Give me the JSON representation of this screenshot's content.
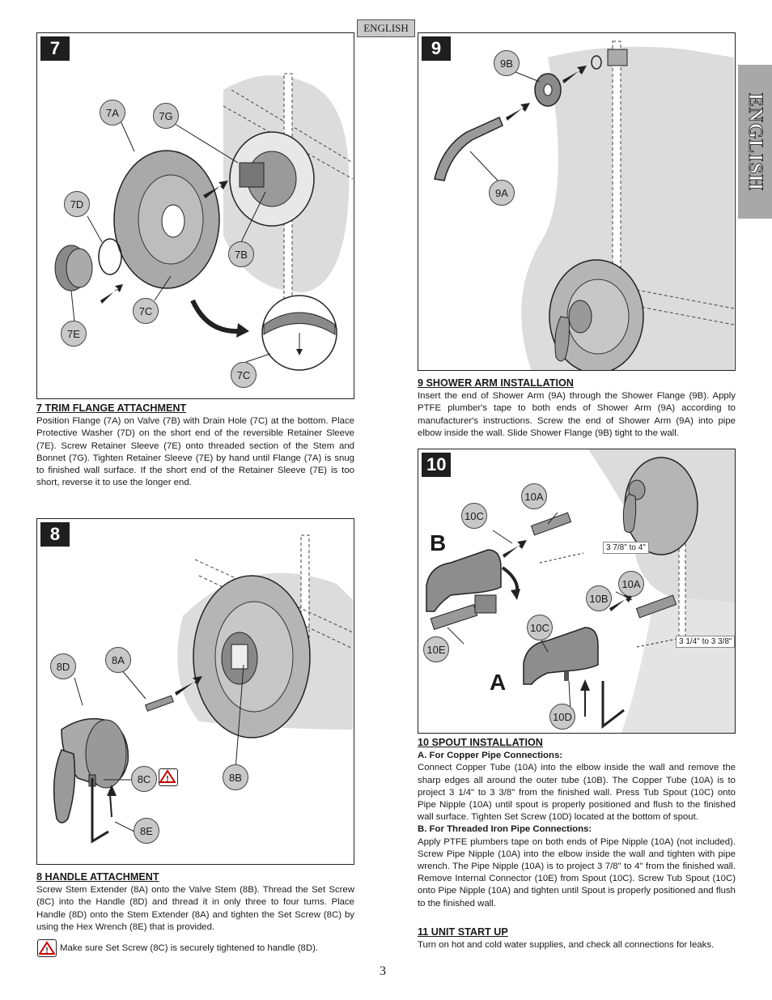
{
  "header": {
    "language_tab": "ENGLISH",
    "side_tab": "ENGLISH"
  },
  "panel7": {
    "number": "7",
    "callouts": {
      "c7a": "7A",
      "c7g": "7G",
      "c7d": "7D",
      "c7b": "7B",
      "c7e": "7E",
      "c7c1": "7C",
      "c7c2": "7C"
    }
  },
  "panel8": {
    "number": "8",
    "callouts": {
      "c8d": "8D",
      "c8a": "8A",
      "c8c": "8C",
      "c8b": "8B",
      "c8e": "8E"
    }
  },
  "panel9": {
    "number": "9",
    "callouts": {
      "c9b": "9B",
      "c9a": "9A"
    }
  },
  "panel10": {
    "number": "10",
    "label_b": "B",
    "label_a": "A",
    "callouts": {
      "c10a1": "10A",
      "c10c1": "10C",
      "c10b": "10B",
      "c10a2": "10A",
      "c10c2": "10C",
      "c10e": "10E",
      "c10d": "10D"
    },
    "dim_copper": "3 7/8\" to 4\"",
    "dim_iron": "3 1/4\" to 3 3/8\""
  },
  "section7": {
    "title": "7   TRIM FLANGE ATTACHMENT",
    "body": "Position Flange (7A) on Valve (7B) with Drain Hole (7C) at the bottom.  Place Protective Washer (7D) on the short end of the reversible Retainer Sleeve (7E). Screw Retainer Sleeve (7E) onto threaded section of the Stem and Bonnet (7G). Tighten Retainer Sleeve (7E) by hand until Flange (7A) is snug to finished wall surface.  If the short end of the Retainer Sleeve (7E) is too short, reverse it to use the longer end."
  },
  "section8": {
    "title": "8   HANDLE ATTACHMENT",
    "body": "Screw Stem Extender (8A) onto the Valve Stem (8B).  Thread the Set Screw (8C) into the Handle (8D) and thread it in only three to four turns.  Place Handle (8D) onto the Stem Extender (8A) and tighten the Set Screw (8C) by using the Hex Wrench (8E) that is provided.",
    "warning": "Make sure Set Screw (8C) is securely tightened to handle (8D)."
  },
  "section9": {
    "title": "9   SHOWER ARM INSTALLATION",
    "body": "Insert the  end of Shower Arm (9A) through the Shower Flange (9B). Apply PTFE plumber's tape to both ends  of Shower Arm (9A) according to manufacturer's instructions.  Screw the end of Shower Arm (9A) into pipe elbow inside the wall. Slide Shower Flange (9B) tight to the wall."
  },
  "section10": {
    "title": "10   SPOUT INSTALLATION",
    "sub_a": "A.  For Copper Pipe Connections:",
    "body_a": "Connect Copper Tube (10A) into the elbow inside the wall and remove the sharp edges all around the outer tube (10B). The Copper Tube (10A) is to project 3 1/4\" to 3 3/8\" from the finished wall. Press Tub Spout (10C) onto Pipe Nipple (10A) until spout is properly positioned and flush to the finished wall surface. Tighten Set Screw (10D) located at the bottom of spout.",
    "sub_b": "B.  For  Threaded Iron Pipe Connections:",
    "body_b": "Apply PTFE plumbers tape on both ends of Pipe Nipple (10A) (not included). Screw Pipe Nipple (10A) into the elbow inside the wall and tighten with pipe wrench. The Pipe Nipple (10A) is to project 3 7/8\" to 4\" from the finished wall. Remove Internal Connector (10E) from Spout (10C). Screw Tub Spout (10C) onto Pipe Nipple (10A) and tighten until Spout is properly positioned and flush to the finished wall."
  },
  "section11": {
    "title": "11   UNIT START UP",
    "body": "Turn on hot and cold water supplies, and check all connections for leaks."
  },
  "footer": {
    "page_number": "3"
  }
}
